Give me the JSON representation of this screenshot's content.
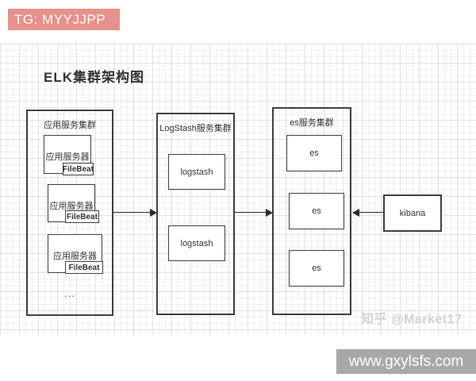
{
  "top_banner": {
    "text": "TG: MYYJJPP",
    "bg": "#e8918b"
  },
  "bottom_banner": {
    "text": "www.gxylsfs.com",
    "bg": "#a8a8a8"
  },
  "diagram": {
    "title": "ELK集群架构图",
    "clusters": {
      "app": {
        "label": "应用服务集群",
        "servers": [
          {
            "name": "应用服务器",
            "agent": "FileBeat"
          },
          {
            "name": "应用服务器",
            "agent": "FileBeat"
          },
          {
            "name": "应用服务器",
            "agent": "FileBeat"
          }
        ],
        "more": "..."
      },
      "logstash": {
        "label": "LogStash服务集群",
        "nodes": [
          "logstash",
          "logstash"
        ]
      },
      "es": {
        "label": "es服务集群",
        "nodes": [
          "es",
          "es",
          "es"
        ]
      }
    },
    "kibana": {
      "label": "kibana"
    },
    "colors": {
      "box_border": "#3f3f3f",
      "arrow": "#2a2a2a"
    }
  },
  "watermark": {
    "text": "知乎 @Market17"
  }
}
